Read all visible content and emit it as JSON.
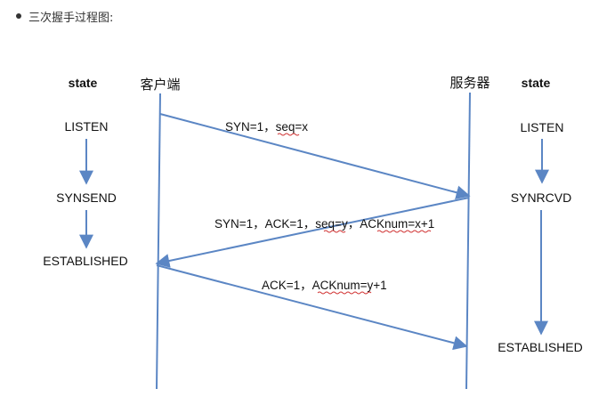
{
  "heading": {
    "text": "三次握手过程图:"
  },
  "colors": {
    "line": "#5b86c4",
    "text": "#111111",
    "squiggle": "#d03030"
  },
  "headers": {
    "client_state": "state",
    "client": "客户端",
    "server": "服务器",
    "server_state": "state"
  },
  "client_states": [
    "LISTEN",
    "SYNSEND",
    "ESTABLISHED"
  ],
  "server_states": [
    "LISTEN",
    "SYNRCVD",
    "ESTABLISHED"
  ],
  "messages": [
    {
      "label": "SYN=1，seq=x",
      "direction": "client-to-server"
    },
    {
      "label": "SYN=1，ACK=1，seq=y，ACKnum=x+1",
      "direction": "server-to-client"
    },
    {
      "label": "ACK=1，ACKnum=y+1",
      "direction": "client-to-server"
    }
  ]
}
